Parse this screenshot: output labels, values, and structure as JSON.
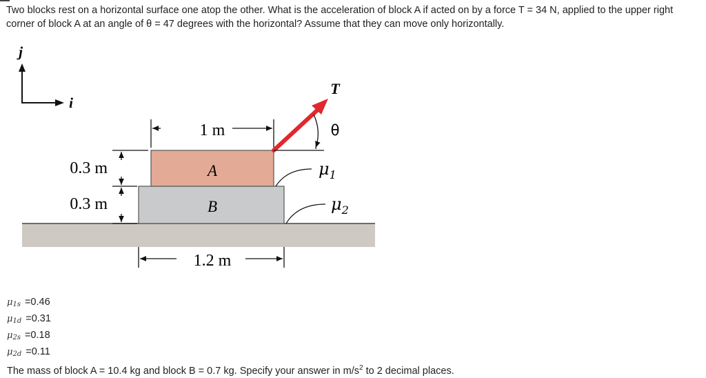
{
  "question": {
    "text": "Two blocks rest on a horizontal surface one atop the other. What is the acceleration of block A if acted on by a force T = 34 N, applied to the upper right corner of block A at an angle of θ = 47 degrees with the horizontal? Assume that they can move only horizontally."
  },
  "diagram": {
    "axis_j": "j",
    "axis_i": "i",
    "force_label": "T",
    "angle_label": "θ",
    "width_top": "1 m",
    "width_bottom": "1.2 m",
    "height_a": "0.3 m",
    "height_b": "0.3 m",
    "block_a": "A",
    "block_b": "B",
    "mu1_symbol": "μ",
    "mu1_sub": "1",
    "mu2_symbol": "μ",
    "mu2_sub": "2",
    "colors": {
      "block_a": "#e3aa95",
      "block_b": "#c9cacc",
      "ground": "#cfc9c3",
      "force_arrow": "#e0282f"
    }
  },
  "coefficients": [
    {
      "symbol": "μ",
      "sub": "1s",
      "value": "0.46"
    },
    {
      "symbol": "μ",
      "sub": "1d",
      "value": "0.31"
    },
    {
      "symbol": "μ",
      "sub": "2s",
      "value": "0.18"
    },
    {
      "symbol": "μ",
      "sub": "2d",
      "value": "0.11"
    }
  ],
  "final": {
    "before": "The mass of block A = 10.4 kg and block B = 0.7 kg. Specify your answer in m/s",
    "sup": "2",
    "after": " to 2 decimal places."
  }
}
